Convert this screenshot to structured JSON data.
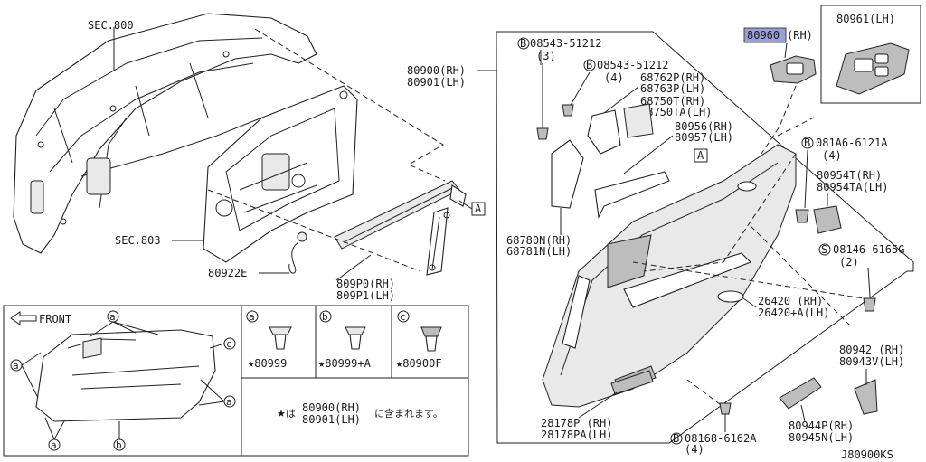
{
  "diagram": {
    "drawing_code": "J80900KS",
    "highlight_color": "#9aa0d8",
    "labels": {
      "sec800": "SEC.800",
      "sec803": "SEC.803",
      "p80900": "80900(RH)",
      "p80901": "80901(LH)",
      "p80922e": "80922E",
      "p809p0": "809P0(RH)",
      "p809p1": "809P1(LH)",
      "b08543a_1": "08543-51212",
      "b08543a_2": "(3)",
      "b08543b_1": "08543-51212",
      "b08543b_2": "(4)",
      "p68762": "68762P(RH)",
      "p68763": "68763P(LH)",
      "p68750": "68750T(RH)",
      "p68750a": "68750TA(LH)",
      "p80956": "80956(RH)",
      "p80957": "80957(LH)",
      "p68780": "68780N(RH)",
      "p68781": "68781N(LH)",
      "p80960": "80960",
      "p80960_side": "(RH)",
      "p80961": "80961(LH)",
      "b081a6_1": "081A6-6121A",
      "b081a6_2": "(4)",
      "p80954": "80954T(RH)",
      "p80954a": "80954TA(LH)",
      "s08146_1": "08146-6165G",
      "s08146_2": "(2)",
      "p26420": "26420 (RH)",
      "p26420a": "26420+A(LH)",
      "p80942": "80942 (RH)",
      "p80943": "80943V(LH)",
      "p28178": "28178P (RH)",
      "p28178a": "28178PA(LH)",
      "b08168_1": "08168-6162A",
      "b08168_2": "(4)",
      "p80944": "80944P(RH)",
      "p80945": "80945N(LH)",
      "ref_a": "A",
      "ref_a2": "A",
      "front": "FRONT",
      "clip_a": "★80999",
      "clip_b": "★80999+A",
      "clip_c": "★80900F",
      "note_star": "★は",
      "note_1": "80900(RH)",
      "note_2": "80901(LH)",
      "note_tail": "に含まれます。"
    },
    "markers": {
      "a": "a",
      "b": "b",
      "c": "c",
      "B": "B",
      "S": "S"
    }
  }
}
